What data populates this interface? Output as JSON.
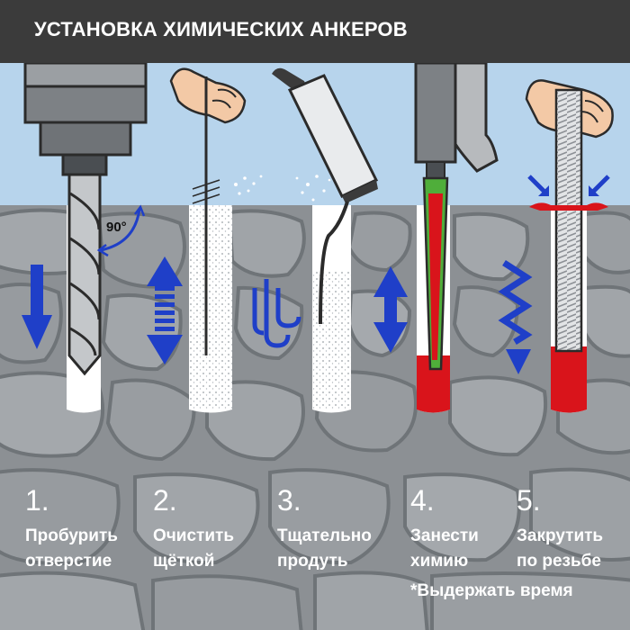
{
  "header": {
    "title": "УСТАНОВКА ХИМИЧЕСКИХ АНКЕРОВ"
  },
  "angle_label": "90°",
  "steps": [
    {
      "number": "1.",
      "line1": "Пробурить",
      "line2": "отверстие"
    },
    {
      "number": "2.",
      "line1": "Очистить",
      "line2": "щёткой"
    },
    {
      "number": "3.",
      "line1": "Тщательно",
      "line2": "продуть"
    },
    {
      "number": "4.",
      "line1": "Занести",
      "line2": "химию"
    },
    {
      "number": "5.",
      "line1": "Закрутить",
      "line2": "по резьбе"
    }
  ],
  "note": "*Выдержать время",
  "colors": {
    "header_bg": "#3b3b3b",
    "sky": "#b7d4ec",
    "stone": "#8c9094",
    "arrow_blue": "#1f3fc8",
    "chemical_red": "#d9141b",
    "text": "#ffffff"
  },
  "icons": [
    "drill-icon",
    "brush-icon",
    "blower-pump-icon",
    "injection-gun-icon",
    "threaded-rod-icon",
    "hand-icon",
    "airflow-icon",
    "angle-arc-icon"
  ]
}
